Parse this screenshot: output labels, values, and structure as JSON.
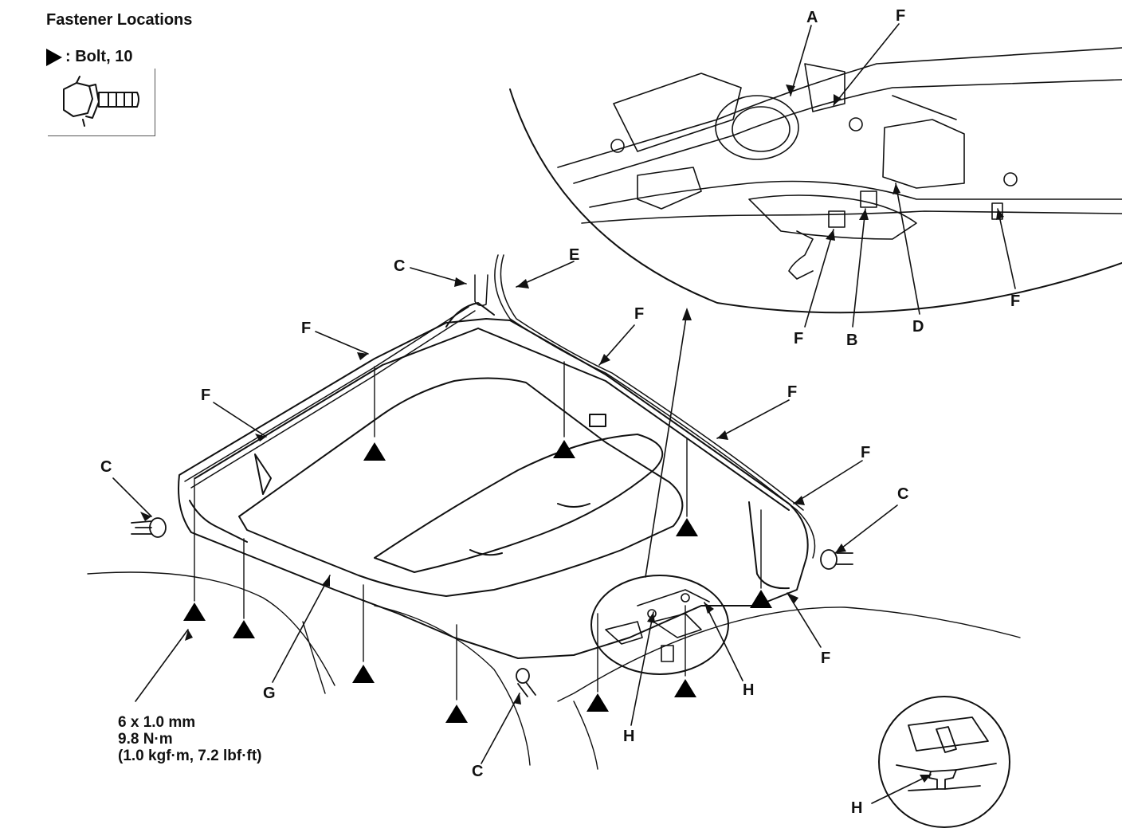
{
  "header": {
    "title": "Fastener Locations",
    "bolt_label": ": Bolt, 10"
  },
  "spec": {
    "size": "6 x 1.0 mm",
    "torque_nm": "9.8 N·m",
    "torque_alt": "(1.0 kgf·m, 7.2 lbf·ft)"
  },
  "callouts": {
    "a": "A",
    "b": "B",
    "c": "C",
    "d": "D",
    "e": "E",
    "f": "F",
    "g": "G",
    "h": "H"
  },
  "icons": {
    "bolt_marker": "filled-triangle-icon",
    "bolt": "flange-bolt-icon"
  }
}
